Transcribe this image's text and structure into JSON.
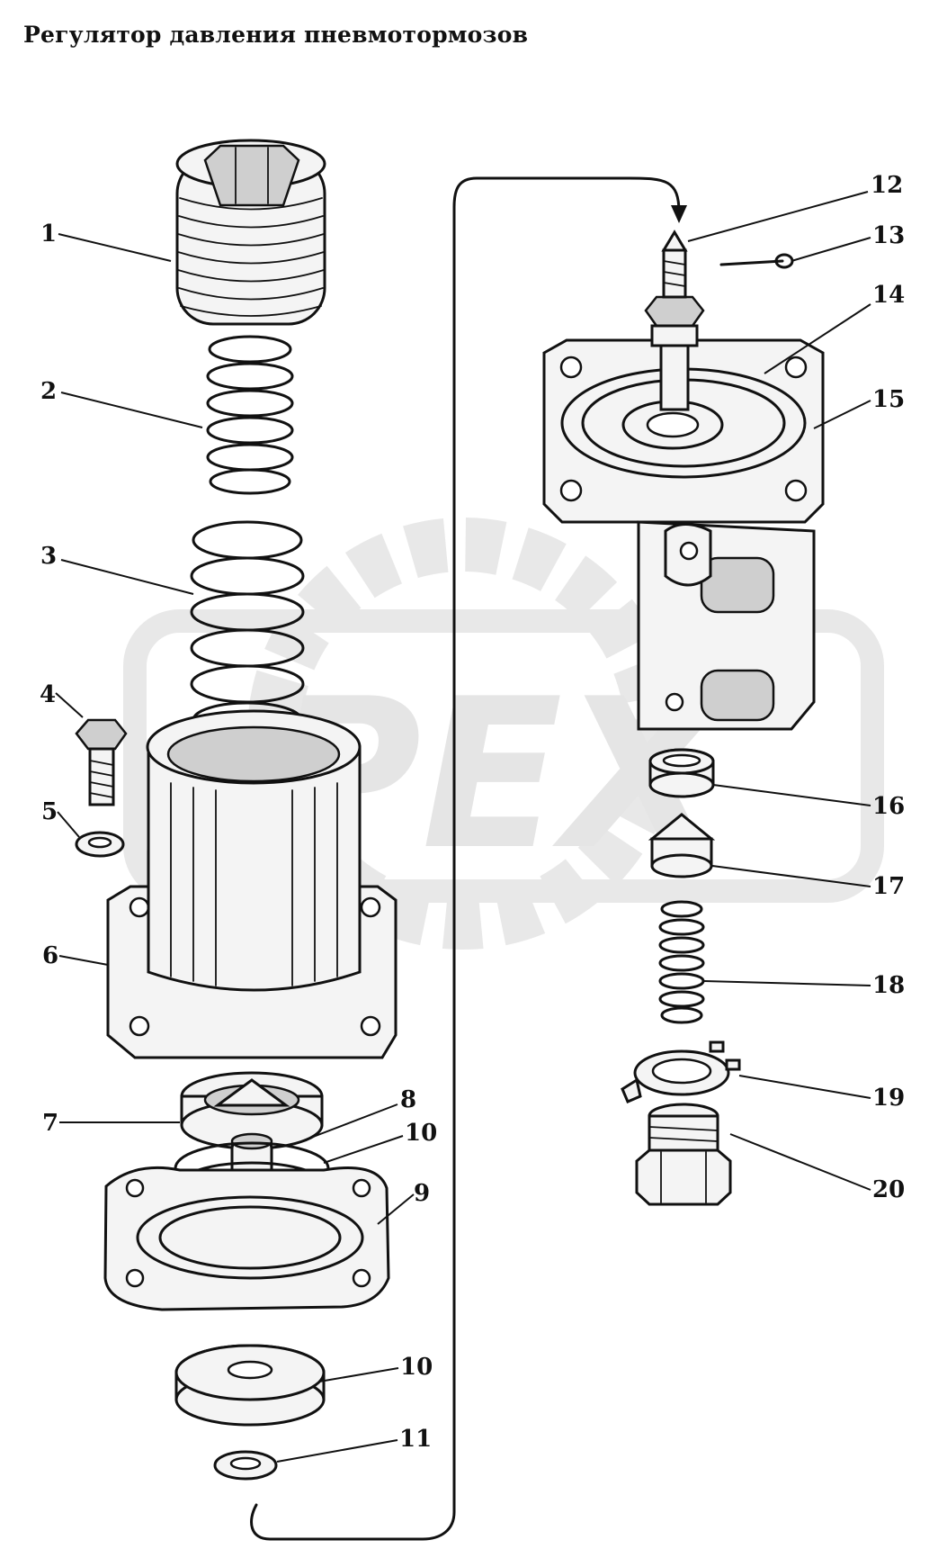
{
  "title": "Регулятор давления пневмотормозов",
  "watermark": {
    "text": "PEX",
    "color": "#c8c8c8"
  },
  "colors": {
    "ink": "#111111",
    "background": "#ffffff",
    "watermark": "#d0d0d0"
  },
  "callouts": [
    {
      "id": "1",
      "label": "1"
    },
    {
      "id": "2",
      "label": "2"
    },
    {
      "id": "3",
      "label": "3"
    },
    {
      "id": "4",
      "label": "4"
    },
    {
      "id": "5",
      "label": "5"
    },
    {
      "id": "6",
      "label": "6"
    },
    {
      "id": "7",
      "label": "7"
    },
    {
      "id": "8",
      "label": "8"
    },
    {
      "id": "10a",
      "label": "10"
    },
    {
      "id": "9",
      "label": "9"
    },
    {
      "id": "10b",
      "label": "10"
    },
    {
      "id": "11",
      "label": "11"
    },
    {
      "id": "12",
      "label": "12"
    },
    {
      "id": "13",
      "label": "13"
    },
    {
      "id": "14",
      "label": "14"
    },
    {
      "id": "15",
      "label": "15"
    },
    {
      "id": "16",
      "label": "16"
    },
    {
      "id": "17",
      "label": "17"
    },
    {
      "id": "18",
      "label": "18"
    },
    {
      "id": "19",
      "label": "19"
    },
    {
      "id": "20",
      "label": "20"
    }
  ]
}
